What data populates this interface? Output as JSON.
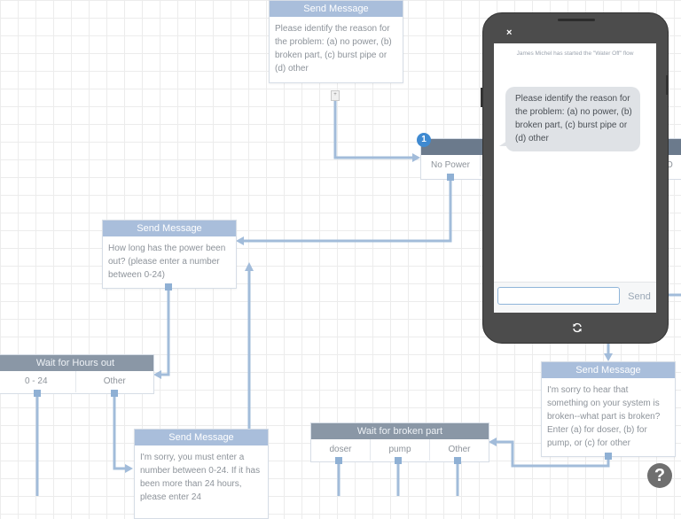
{
  "nodes": {
    "identify": {
      "header": "Send Message",
      "text": "Please identify the reason for the problem: (a) no power, (b) broken part, (c) burst pipe or (d) other"
    },
    "power_out": {
      "header": "Send Message",
      "text": "How long has the power been out? (please enter a number between 0-24)"
    },
    "sorry_number": {
      "header": "Send Message",
      "text": "I'm sorry, you must enter a number between 0-24. If it has been more than 24 hours, please enter 24"
    },
    "broken": {
      "header": "Send Message",
      "text": "I'm sorry to hear that something on your system is broken--what part is broken? Enter (a) for doser, (b) for pump, or (c) for other"
    }
  },
  "wait_hours": {
    "header": "Wait for Hours out",
    "options": [
      "0 - 24",
      "Other"
    ]
  },
  "wait_broken": {
    "header": "Wait for broken part",
    "options": [
      "doser",
      "pump",
      "Other"
    ]
  },
  "ruleset": {
    "badge": "1",
    "option_no_power": "No Power",
    "option_partial": "O"
  },
  "phone": {
    "close_label": "×",
    "system_message": "James Michel has started the \"Water Off\" flow",
    "bubble": "Please identify the reason for the problem: (a) no power, (b) broken part, (c) burst pipe or (d) other",
    "input_value": "",
    "send_label": "Send"
  },
  "help_label": "?",
  "colors": {
    "connector": "#a2bcda",
    "send_header": "#a9bedb",
    "wait_header": "#8a97a6",
    "badge": "#3f8ad1"
  }
}
